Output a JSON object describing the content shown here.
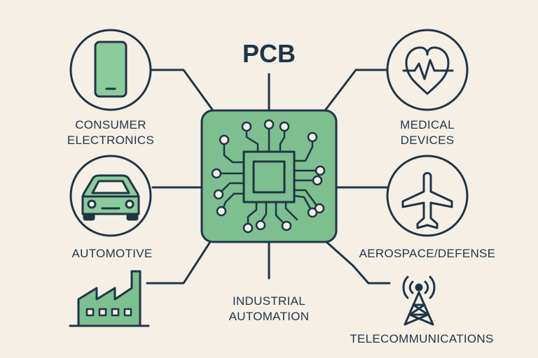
{
  "title": "PCB",
  "applications": {
    "consumer_electronics": {
      "line1": "CONSUMER",
      "line2": "ELECTRONICS",
      "icon": "smartphone-icon"
    },
    "medical_devices": {
      "line1": "MEDICAL",
      "line2": "DEVICES",
      "icon": "heart-pulse-icon"
    },
    "automotive": {
      "line1": "AUTOMOTIVE",
      "icon": "car-icon"
    },
    "aerospace_defense": {
      "line1": "AEROSPACE/DEFENSE",
      "icon": "airplane-icon"
    },
    "industrial_automation": {
      "line1": "INDUSTRIAL",
      "line2": "AUTOMATION",
      "icon": "factory-icon"
    },
    "telecommunications": {
      "line1": "TELECOMMUNICATIONS",
      "icon": "radio-tower-icon"
    }
  },
  "colors": {
    "background": "#f6efe6",
    "ink": "#1f3547",
    "green": "#7dbf8e",
    "green_light": "#8ccb9b"
  }
}
